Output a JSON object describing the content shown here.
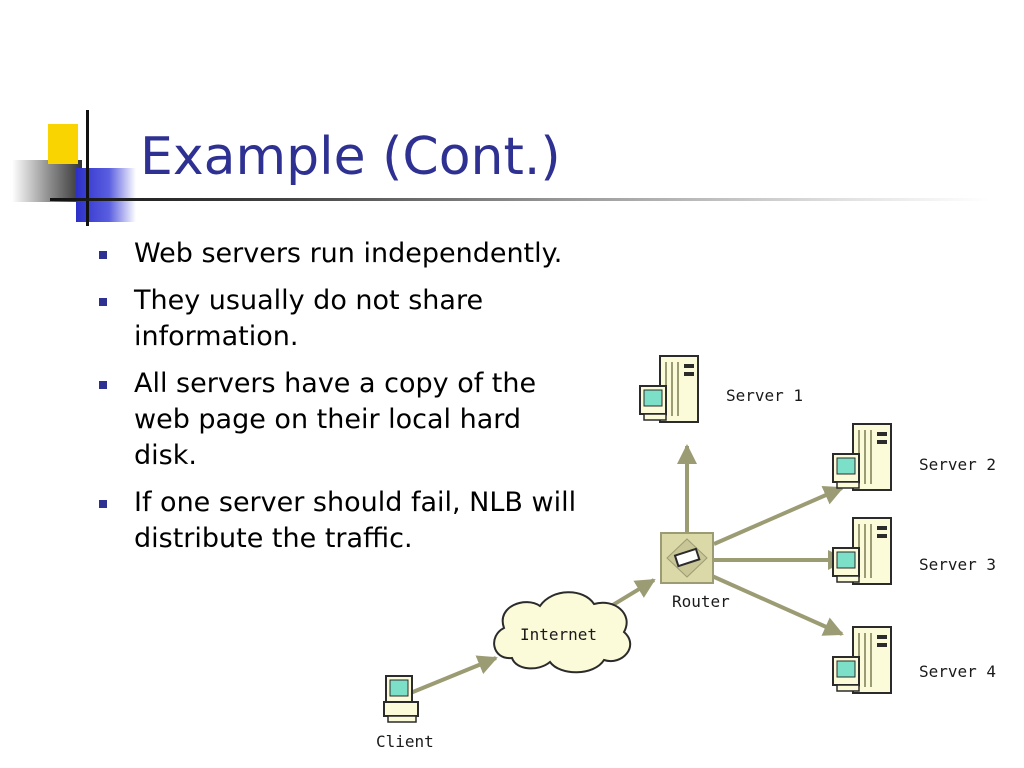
{
  "slide": {
    "title": "Example (Cont.)",
    "bullets": [
      "Web servers run independently.",
      "They usually do not share information.",
      "All servers have a copy of the web page on their local hard disk.",
      "If one server should fail, NLB will distribute the traffic."
    ]
  },
  "diagram": {
    "nodes": {
      "client": "Client",
      "internet": "Internet",
      "router": "Router",
      "server1": "Server 1",
      "server2": "Server 2",
      "server3": "Server 3",
      "server4": "Server 4"
    }
  },
  "colors": {
    "title": "#2e3192",
    "bullet_marker": "#2e3192",
    "accent_yellow": "#fad400",
    "accent_blue": "#2c30c8",
    "arrow": "#9c9c74",
    "cloud_fill": "#fcfbd9",
    "server_fill": "#fcfbd9"
  }
}
